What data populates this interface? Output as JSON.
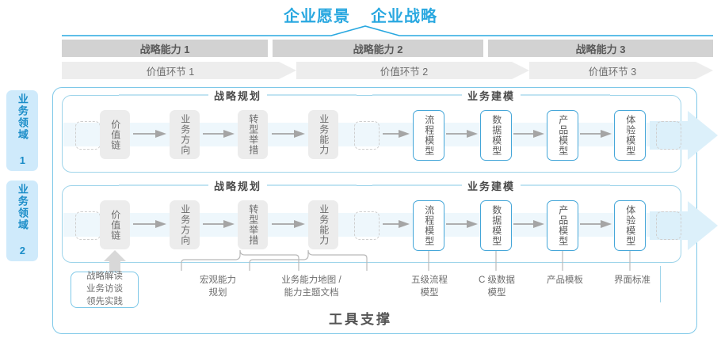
{
  "header": {
    "vision": "企业愿景",
    "strategy": "企业战略"
  },
  "capability_bars": [
    {
      "label": "战略能力 1"
    },
    {
      "label": "战略能力 2"
    },
    {
      "label": "战略能力 3"
    }
  ],
  "value_bars": [
    {
      "label": "价值环节 1"
    },
    {
      "label": "价值环节 2"
    },
    {
      "label": "价值环节 3"
    }
  ],
  "domains": [
    {
      "label": "业务领域 1"
    },
    {
      "label": "业务领域 2"
    }
  ],
  "sections": {
    "planning": "战略规划",
    "modeling": "业务建模"
  },
  "rows": [
    {
      "nodes": [
        {
          "label": "价值链",
          "style": "gray"
        },
        {
          "label": "业务方向",
          "style": "gray"
        },
        {
          "label": "转型举措",
          "style": "gray"
        },
        {
          "label": "业务能力",
          "style": "gray"
        },
        {
          "label": "流程模型",
          "style": "blue"
        },
        {
          "label": "数据模型",
          "style": "blue"
        },
        {
          "label": "产品模型",
          "style": "blue"
        },
        {
          "label": "体验模型",
          "style": "blue"
        }
      ]
    },
    {
      "nodes": [
        {
          "label": "价值链",
          "style": "gray"
        },
        {
          "label": "业务方向",
          "style": "gray"
        },
        {
          "label": "转型举措",
          "style": "gray"
        },
        {
          "label": "业务能力",
          "style": "gray"
        },
        {
          "label": "流程模型",
          "style": "blue"
        },
        {
          "label": "数据模型",
          "style": "blue"
        },
        {
          "label": "产品模型",
          "style": "blue"
        },
        {
          "label": "体验模型",
          "style": "blue"
        }
      ]
    }
  ],
  "tools": {
    "strategy_box": "战略解读\n业务访谈\n领先实践",
    "strategy_box_lines": [
      "战略解读",
      "业务访谈",
      "领先实践"
    ],
    "labels": [
      {
        "lines": [
          "宏观能力",
          "规划"
        ]
      },
      {
        "lines": [
          "业务能力地图 /",
          "能力主题文档"
        ]
      },
      {
        "lines": [
          "五级流程",
          "模型"
        ]
      },
      {
        "lines": [
          "C 级数据",
          "模型"
        ]
      },
      {
        "lines": [
          "产品模板"
        ]
      },
      {
        "lines": [
          "界面标准"
        ]
      }
    ],
    "footer": "工具支撑"
  },
  "colors": {
    "accent": "#29a8e0",
    "accent_light": "#7ec8e8",
    "band": "#eef7fc",
    "bar_dark": "#d2d2d2",
    "bar_light": "#ededed",
    "node_gray": "#ececec",
    "node_blue_border": "#44a6d8",
    "domain_bg": "#cfeafb",
    "domain_text": "#1b8dc8"
  }
}
